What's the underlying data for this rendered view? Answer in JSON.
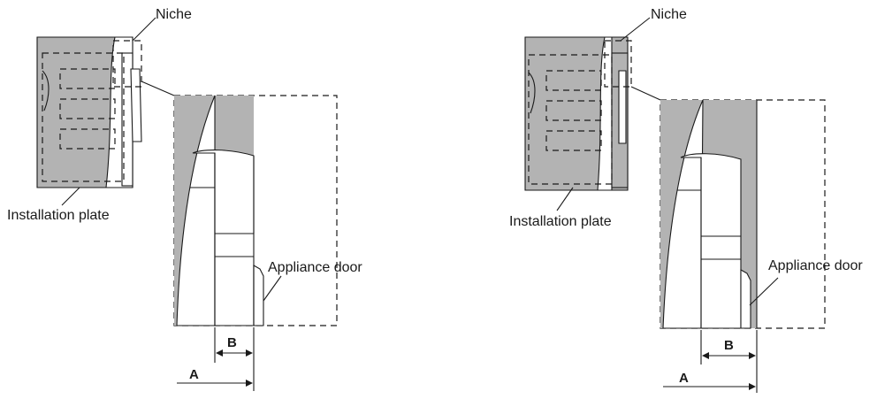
{
  "diagrams": [
    {
      "id": "left",
      "labels": {
        "niche": "Niche",
        "installation_plate": "Installation plate",
        "appliance_door": "Appliance door",
        "dim_a": "A",
        "dim_b": "B"
      }
    },
    {
      "id": "right",
      "labels": {
        "niche": "Niche",
        "installation_plate": "Installation plate",
        "appliance_door": "Appliance door",
        "dim_a": "A",
        "dim_b": "B"
      }
    }
  ],
  "colors": {
    "niche_fill": "#b3b3b3",
    "line": "#1a1a1a"
  }
}
